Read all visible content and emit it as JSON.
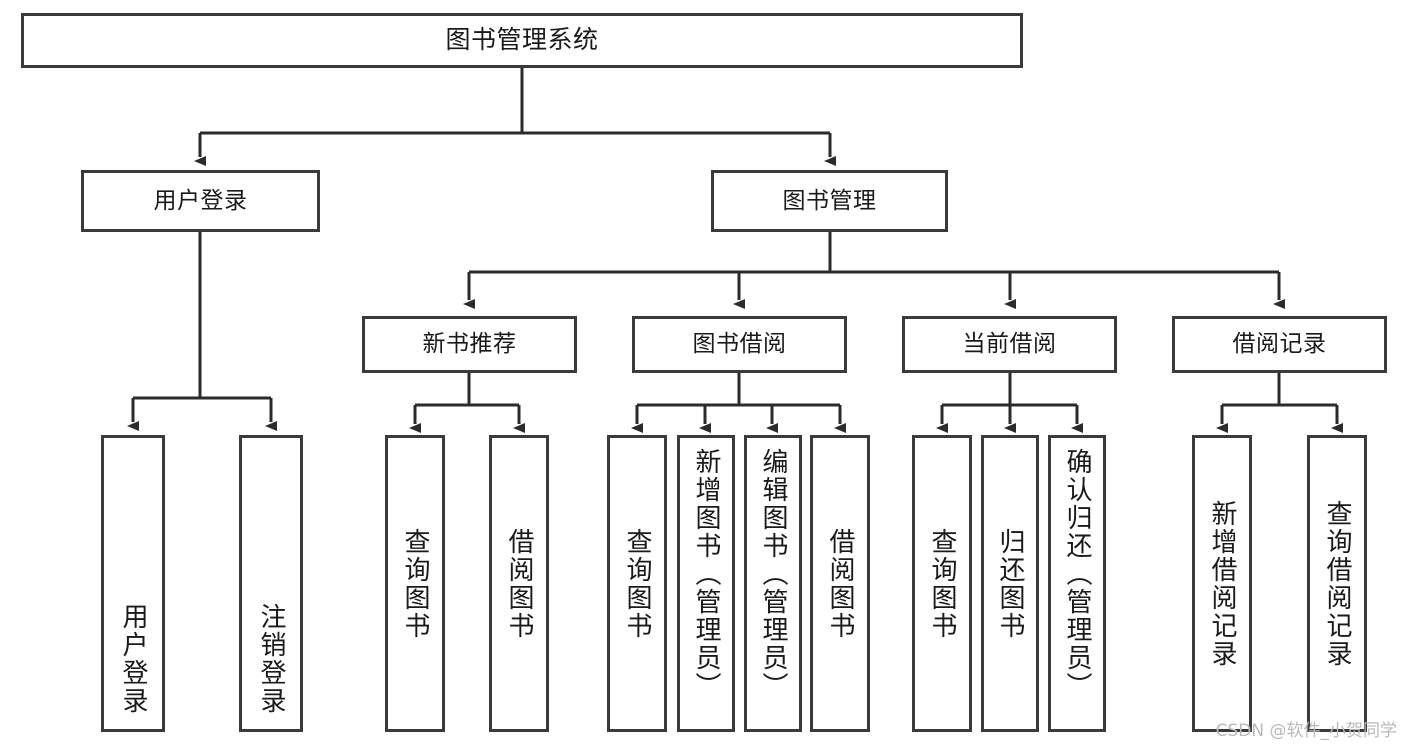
{
  "diagram": {
    "type": "tree-hierarchy",
    "title": "图书管理系统",
    "watermark": "CSDN @软件_小贺同学",
    "colors": {
      "border": "#3a3a3a",
      "background": "#ffffff",
      "text": "#1a1a1a",
      "connector": "#2b2b2b",
      "watermark": "#b9b9b9"
    },
    "levels": {
      "root": {
        "label": "图书管理系统"
      },
      "level2": [
        {
          "label": "用户登录"
        },
        {
          "label": "图书管理"
        }
      ],
      "level3": [
        {
          "label": "新书推荐"
        },
        {
          "label": "图书借阅"
        },
        {
          "label": "当前借阅"
        },
        {
          "label": "借阅记录"
        }
      ],
      "leaves": {
        "user_login": [
          {
            "label": "用户登录"
          },
          {
            "label": "注销登录"
          }
        ],
        "new_book": [
          {
            "label": "查询图书"
          },
          {
            "label": "借阅图书"
          }
        ],
        "book_borrow": [
          {
            "label": "查询图书"
          },
          {
            "label": "新增图书（管理员）"
          },
          {
            "label": "编辑图书（管理员）"
          },
          {
            "label": "借阅图书"
          }
        ],
        "current_borrow": [
          {
            "label": "查询图书"
          },
          {
            "label": "归还图书"
          },
          {
            "label": "确认归还（管理员）"
          }
        ],
        "borrow_record": [
          {
            "label": "新增借阅记录"
          },
          {
            "label": "查询借阅记录"
          }
        ]
      }
    }
  }
}
